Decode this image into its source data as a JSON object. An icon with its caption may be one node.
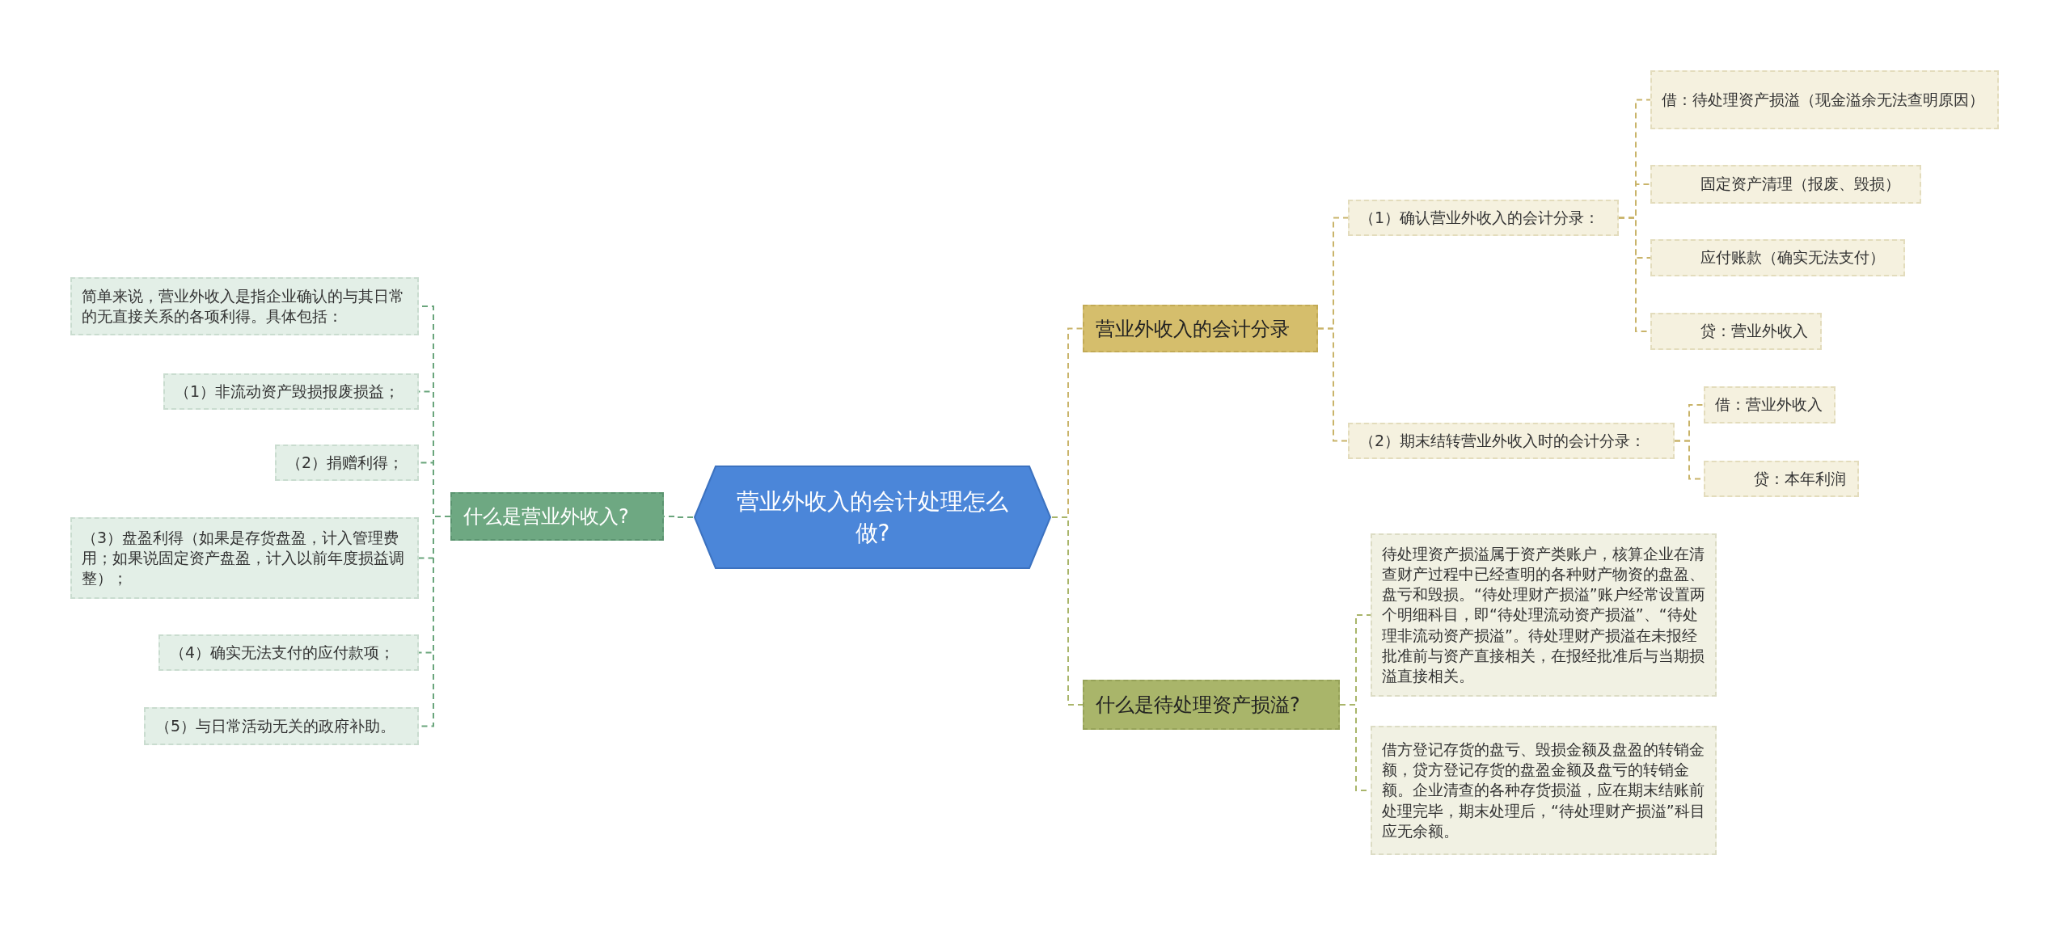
{
  "diagram": {
    "nodes": [
      {
        "text": [
          "营业外收入的会计处理怎么做?"
        ]
      },
      {
        "text": [
          "什么是营业外收入?"
        ]
      },
      {
        "text": [
          "简单来说，营业外收入是指企业确认的与其日常的无直接关系的各项利得。具体包括："
        ]
      },
      {
        "text": [
          "（1）非流动资产毁损报废损益；"
        ]
      },
      {
        "text": [
          "（2）捐赠利得；"
        ]
      },
      {
        "text": [
          "（3）盘盈利得（如果是存货盘盈，计入管理费用；如果说固定资产盘盈，计入以前年度损益调整）；"
        ]
      },
      {
        "text": [
          "（4）确实无法支付的应付款项；"
        ]
      },
      {
        "text": [
          "（5）与日常活动无关的政府补助。"
        ]
      },
      {
        "text": [
          "营业外收入的会计分录"
        ]
      },
      {
        "text": [
          "（1）确认营业外收入的会计分录："
        ]
      },
      {
        "text": [
          "借：待处理资产损溢（现金溢余无法查明原因）"
        ]
      },
      {
        "text": [
          "固定资产清理（报废、毁损）"
        ]
      },
      {
        "text": [
          "应付账款（确实无法支付）"
        ]
      },
      {
        "text": [
          "贷：营业外收入"
        ]
      },
      {
        "text": [
          "（2）期末结转营业外收入时的会计分录："
        ]
      },
      {
        "text": [
          "借：营业外收入"
        ]
      },
      {
        "text": [
          "贷：本年利润"
        ]
      },
      {
        "text": [
          "什么是待处理资产损溢?"
        ]
      },
      {
        "text": [
          "待处理资产损溢属于资产类账户，核算企业在清查财产过程中已经查明的各种财产物资的盘盈、盘亏和毁损。“待处理财产损溢”账户经常设置两个明细科目，即“待处理流动资产损溢”、“待处理非流动资产损溢”。待处理财产损溢在未报经批准前与资产直接相关，在报经批准后与当期损溢直接相关。"
        ]
      },
      {
        "text": [
          "借方登记存货的盘亏、毁损金额及盘盈的转销金额，贷方登记存货的盘盈金额及盘亏的转销金额。企业清查的各种存货损溢，应在期末结账前处理完毕，期末处理后，“待处理财产损溢”科目应无余额。"
        ]
      }
    ],
    "edges": [
      {
        "from": 0,
        "to": 1,
        "arrow": "none",
        "style": "dashed",
        "color": "#6aa57c"
      },
      {
        "from": 0,
        "to": 8,
        "arrow": "none",
        "style": "dashed",
        "color": "#c9b46a"
      },
      {
        "from": 0,
        "to": 17,
        "arrow": "none",
        "style": "dashed",
        "color": "#a9b56a"
      },
      {
        "from": 1,
        "to": 2,
        "arrow": "none",
        "style": "dashed",
        "color": "#6aa57c"
      },
      {
        "from": 1,
        "to": 3,
        "arrow": "none",
        "style": "dashed",
        "color": "#6aa57c"
      },
      {
        "from": 1,
        "to": 4,
        "arrow": "none",
        "style": "dashed",
        "color": "#6aa57c"
      },
      {
        "from": 1,
        "to": 5,
        "arrow": "none",
        "style": "dashed",
        "color": "#6aa57c"
      },
      {
        "from": 1,
        "to": 6,
        "arrow": "none",
        "style": "dashed",
        "color": "#6aa57c"
      },
      {
        "from": 1,
        "to": 7,
        "arrow": "none",
        "style": "dashed",
        "color": "#6aa57c"
      },
      {
        "from": 8,
        "to": 9,
        "arrow": "none",
        "style": "dashed",
        "color": "#c9b46a"
      },
      {
        "from": 8,
        "to": 14,
        "arrow": "none",
        "style": "dashed",
        "color": "#c9b46a"
      },
      {
        "from": 9,
        "to": 10,
        "arrow": "none",
        "style": "dashed",
        "color": "#c9b46a"
      },
      {
        "from": 9,
        "to": 11,
        "arrow": "none",
        "style": "dashed",
        "color": "#c9b46a"
      },
      {
        "from": 9,
        "to": 12,
        "arrow": "none",
        "style": "dashed",
        "color": "#c9b46a"
      },
      {
        "from": 9,
        "to": 13,
        "arrow": "none",
        "style": "dashed",
        "color": "#c9b46a"
      },
      {
        "from": 14,
        "to": 15,
        "arrow": "none",
        "style": "dashed",
        "color": "#c9b46a"
      },
      {
        "from": 14,
        "to": 16,
        "arrow": "none",
        "style": "dashed",
        "color": "#c9b46a"
      },
      {
        "from": 17,
        "to": 18,
        "arrow": "none",
        "style": "dashed",
        "color": "#a9b56a"
      },
      {
        "from": 17,
        "to": 19,
        "arrow": "none",
        "style": "dashed",
        "color": "#a9b56a"
      }
    ]
  }
}
